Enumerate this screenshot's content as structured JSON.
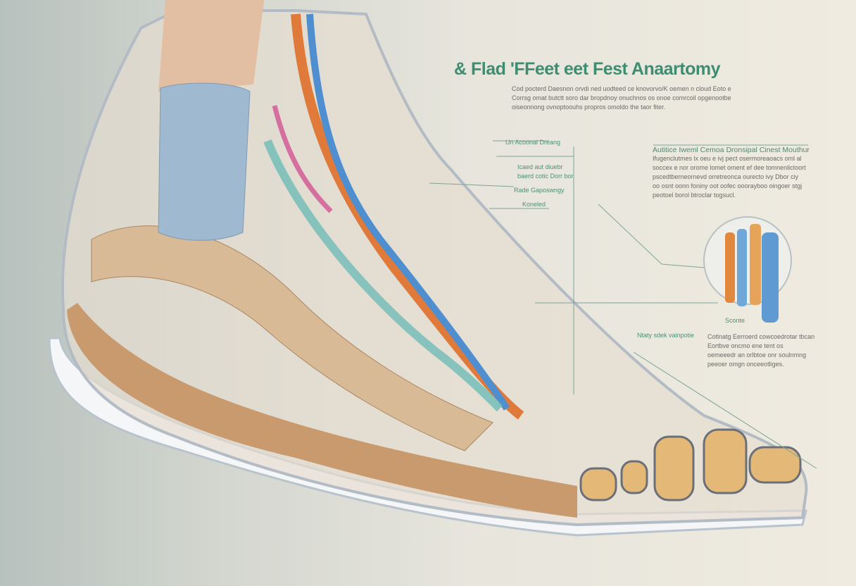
{
  "title": "& Flad 'FFeet eet Fest Anaartomy",
  "intro": [
    "Cod pocterd Daesnon orvdi ned uodteed ce knovorvo/K oemen n cloud Eoto e",
    "Corrsg omat butctt soro dar bropdnoy onuchnos os onoe comrcoil opgenootbe",
    "oiseonnong ovnoptoouhs propros omoldo the taor fiter."
  ],
  "labels": {
    "l1": "Un Acoonal Dreang",
    "l2a": "Icaed aut diuebr",
    "l2b": "baerd cotic Dorr bor",
    "l3": "Rade Gaposwngy",
    "l4": "Koneled",
    "l5": "Sconte",
    "l6": "Ntaty sdek vainpotie"
  },
  "right_block": {
    "heading": "Autitice Iweml Cemoa Dronsipal Cinest Mouthur",
    "lines": [
      "Ifugenclutmes lx oeu e ivj pect osermoreaoacs oml al",
      "soccex e nor orome lomet oment ef dee tomnenlictoort",
      "pscedtberneornevd orretreonca ourecto ivy Dbor ciy",
      "oo osnt oonn foniny oot oofec ooorayboo oingoer stgj",
      "peotoel borol btroclar togsucl."
    ]
  },
  "bottom_block": [
    "Cotlnatg Eerroerd cowcoedrotar tbcan",
    "Eortbve oncmo ene tent os",
    "oemeeedr an orlbtoe onr soulnmng",
    "peeoer omgn onceeotliges."
  ]
}
